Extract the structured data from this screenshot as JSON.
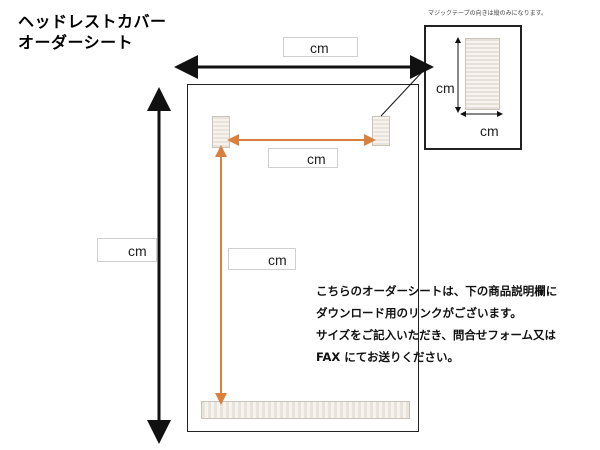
{
  "title": {
    "line1": "ヘッドレストカバー",
    "line2": "オーダーシート"
  },
  "inset": {
    "note": "マジックテープの向きは縦のみになります。"
  },
  "fields": {
    "width": {
      "value": "",
      "unit": "cm"
    },
    "height": {
      "value": "",
      "unit": "cm"
    },
    "tape_spacing_horizontal": {
      "value": "",
      "unit": "cm"
    },
    "tape_spacing_vertical": {
      "value": "",
      "unit": "cm"
    },
    "tape_length": {
      "value": "",
      "unit": "cm"
    },
    "tape_width": {
      "value": "",
      "unit": "cm"
    }
  },
  "description": {
    "line1": "こちらのオーダーシートは、下の商品説明欄に",
    "line2": "ダウンロード用のリンクがございます。",
    "line3": "サイズをご記入いただき、問合せフォーム又は",
    "line4": "FAX にてお送りください。"
  },
  "colors": {
    "arrow_black": "#111111",
    "arrow_orange": "#d9803f",
    "tape_fill": "#eeeae3"
  }
}
